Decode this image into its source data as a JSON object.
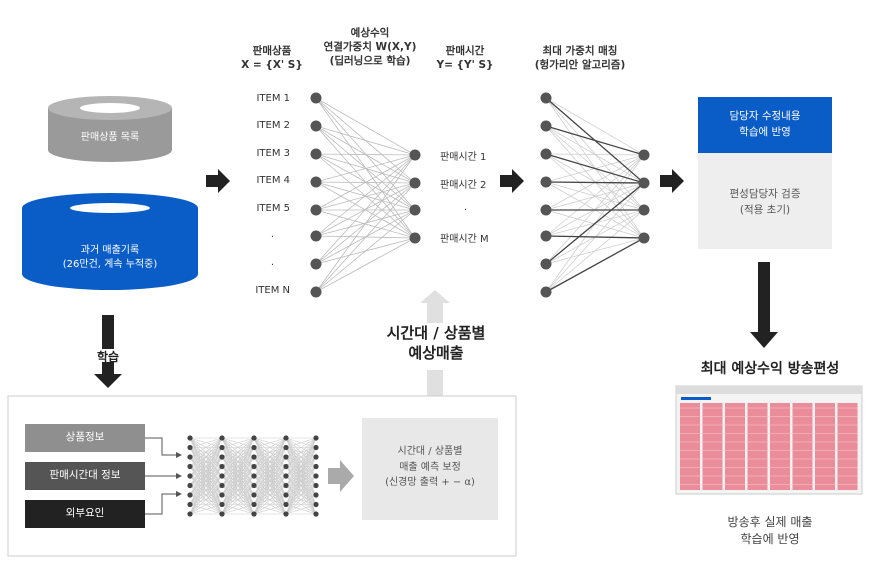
{
  "left": {
    "product_list_db": "판매상품 목록",
    "sales_history_db": [
      "과거 매출기록",
      "(26만건, 계속 누적중)"
    ],
    "learn_label": "학습"
  },
  "nn1": {
    "header_x": [
      "판매상품",
      "X = {X' S}"
    ],
    "header_w": [
      "예상수익",
      "연결가중치 W(X,Y)",
      "(딥러닝으로 학습)"
    ],
    "header_y": [
      "판매시간",
      "Y= {Y' S}"
    ],
    "items": [
      "ITEM 1",
      "ITEM 2",
      "ITEM 3",
      "ITEM 4",
      "ITEM 5",
      ".",
      ".",
      "ITEM N"
    ],
    "times": [
      "판매시간 1",
      "판매시간 2",
      ".",
      "판매시간 M"
    ]
  },
  "matching": {
    "header": [
      "최대 가중치 매칭",
      "(헝가리안 알고리즘)"
    ]
  },
  "right": {
    "reflect_box": [
      "담당자 수정내용",
      "학습에 반영"
    ],
    "verify_box": [
      "편성담당자 검증",
      "(적용 초기)"
    ],
    "result_title": "최대 예상수익 방송편성",
    "after_broadcast": [
      "방송후 실제 매출",
      "학습에 반영"
    ]
  },
  "middle": {
    "expected_sales": [
      "시간대 / 상품별",
      "예상매출"
    ]
  },
  "bottom": {
    "inputs": [
      "상품정보",
      "판매시간대 정보",
      "외부요인"
    ],
    "correction": [
      "시간대 / 상품별",
      "매출 예측 보정",
      "(신경망 출력 + − α)"
    ]
  },
  "colors": {
    "blue": "#0a5cc7",
    "gray_db": "#9a9a9a",
    "dark": "#333333",
    "node": "#555555",
    "schedule_pink": "#e8798a"
  }
}
